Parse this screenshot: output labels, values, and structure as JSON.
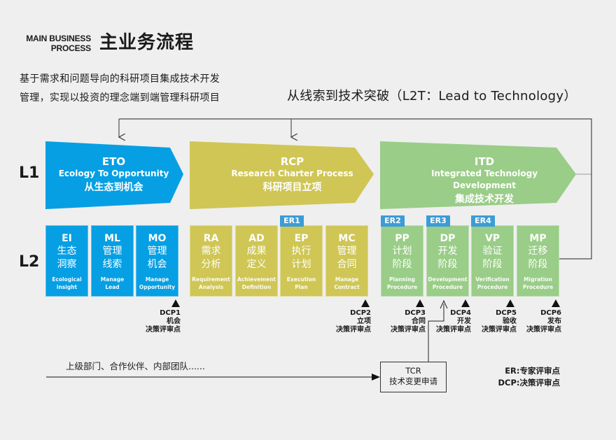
{
  "header": {
    "title_en_line1": "MAIN BUSINESS",
    "title_en_line2": "PROCESS",
    "title_cn": "主业务流程",
    "description_line1": "基于需求和问题导向的科研项目集成技术开发",
    "description_line2": "管理，实现以投资的理念端到端管理科研项目",
    "l2t_label": "从线索到技术突破（L2T：Lead to Technology）"
  },
  "levels": {
    "l1": "L1",
    "l2": "L2"
  },
  "colors": {
    "eto": "#069fe3",
    "rcp": "#cfc655",
    "itd": "#9acd88",
    "er_tag": "#3c9cd7"
  },
  "l1_stages": [
    {
      "abbr": "ETO",
      "en": "Ecology To Opportunity",
      "cn": "从生态到机会"
    },
    {
      "abbr": "RCP",
      "en": "Research Charter Process",
      "cn": "科研项目立项"
    },
    {
      "abbr": "ITD",
      "en": "Integrated Technology Development",
      "cn": "集成技术开发"
    }
  ],
  "l2_steps": [
    {
      "abbr": "EI",
      "cn1": "生态",
      "cn2": "洞察",
      "en1": "Ecological",
      "en2": "insight"
    },
    {
      "abbr": "ML",
      "cn1": "管理",
      "cn2": "线索",
      "en1": "Manage",
      "en2": "Lead"
    },
    {
      "abbr": "MO",
      "cn1": "管理",
      "cn2": "机会",
      "en1": "Manage",
      "en2": "Opportunity"
    },
    {
      "abbr": "RA",
      "cn1": "需求",
      "cn2": "分析",
      "en1": "Requirement",
      "en2": "Analysis"
    },
    {
      "abbr": "AD",
      "cn1": "成果",
      "cn2": "定义",
      "en1": "Achievement",
      "en2": "Definition"
    },
    {
      "abbr": "EP",
      "cn1": "执行",
      "cn2": "计划",
      "en1": "Execution",
      "en2": "Plan"
    },
    {
      "abbr": "MC",
      "cn1": "管理",
      "cn2": "合同",
      "en1": "Manage",
      "en2": "Contract"
    },
    {
      "abbr": "PP",
      "cn1": "计划",
      "cn2": "阶段",
      "en1": "Planning",
      "en2": "Procedure"
    },
    {
      "abbr": "DP",
      "cn1": "开发",
      "cn2": "阶段",
      "en1": "Development",
      "en2": "Procedure"
    },
    {
      "abbr": "VP",
      "cn1": "验证",
      "cn2": "阶段",
      "en1": "Verification",
      "en2": "Procedure"
    },
    {
      "abbr": "MP",
      "cn1": "迁移",
      "cn2": "阶段",
      "en1": "Migration",
      "en2": "Procedure"
    }
  ],
  "er_tags": [
    "ER1",
    "ER2",
    "ER3",
    "ER4"
  ],
  "dcps": [
    {
      "code": "DCP1",
      "name": "机会",
      "type": "决策评审点"
    },
    {
      "code": "DCP2",
      "name": "立项",
      "type": "决策评审点"
    },
    {
      "code": "DCP3",
      "name": "合同",
      "type": "决策评审点"
    },
    {
      "code": "DCP4",
      "name": "开发",
      "type": "决策评审点"
    },
    {
      "code": "DCP5",
      "name": "验收",
      "type": "决策评审点"
    },
    {
      "code": "DCP6",
      "name": "发布",
      "type": "决策评审点"
    }
  ],
  "upstream_label": "上级部门、合作伙伴、内部团队......",
  "tcr": {
    "abbr": "TCR",
    "cn": "技术变更申请"
  },
  "legend": {
    "er": "ER:专家评审点",
    "dcp": "DCP:决策评审点"
  }
}
